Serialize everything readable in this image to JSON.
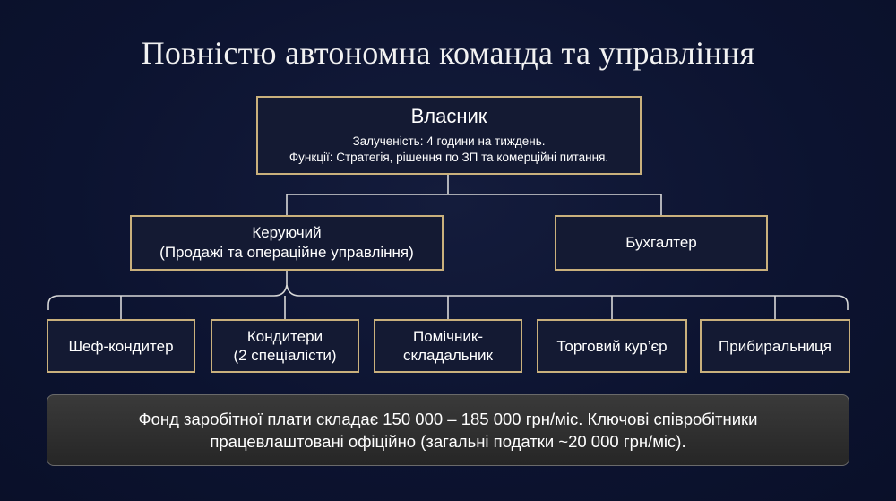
{
  "title": "Повністю автономна команда та управління",
  "owner": {
    "name": "Власник",
    "involvement": "Залученість: 4 години на тиждень.",
    "functions": "Функції: Стратегія, рішення по ЗП та комерційні питання."
  },
  "manager": {
    "line1": "Керуючий",
    "line2": "(Продажі та операційне управління)"
  },
  "accountant": {
    "label": "Бухгалтер"
  },
  "staff": [
    {
      "line1": "Шеф-кондитер",
      "line2": ""
    },
    {
      "line1": "Кондитери",
      "line2": "(2 спеціалісти)"
    },
    {
      "line1": "Помічник-",
      "line2": "складальник"
    },
    {
      "line1": "Торговий кур’єр",
      "line2": ""
    },
    {
      "line1": "Прибиральниця",
      "line2": ""
    }
  ],
  "footer": {
    "line1": "Фонд заробітної плати складає 150 000 – 185 000 грн/міс. Ключові співробітники",
    "line2": "працевлаштовані офіційно (загальні податки ~20 000 грн/міс)."
  },
  "colors": {
    "background": "#0e1530",
    "box_border": "#c9b07c",
    "connector": "#d8d8d8"
  }
}
